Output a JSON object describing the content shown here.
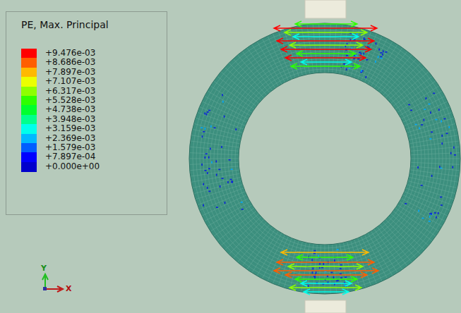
{
  "diagram": {
    "title": "PE, Max. Principal",
    "labels": [
      "Y",
      "X"
    ],
    "legend": [
      {
        "text": "+9.476e-03",
        "color": "#ff0000"
      },
      {
        "text": "+8.686e-03",
        "color": "#ff5e00"
      },
      {
        "text": "+7.897e-03",
        "color": "#ffb900"
      },
      {
        "text": "+7.107e-03",
        "color": "#ebff00"
      },
      {
        "text": "+6.317e-03",
        "color": "#8dff00"
      },
      {
        "text": "+5.528e-03",
        "color": "#2eff00"
      },
      {
        "text": "+4.738e-03",
        "color": "#00ff2e"
      },
      {
        "text": "+3.948e-03",
        "color": "#00ff8d"
      },
      {
        "text": "+3.159e-03",
        "color": "#00ffeb"
      },
      {
        "text": "+2.369e-03",
        "color": "#00b9ff"
      },
      {
        "text": "+1.579e-03",
        "color": "#005eff"
      },
      {
        "text": "+7.897e-04",
        "color": "#0000ff"
      },
      {
        "text": "+0.000e+00",
        "color": "#0000cc"
      }
    ]
  }
}
